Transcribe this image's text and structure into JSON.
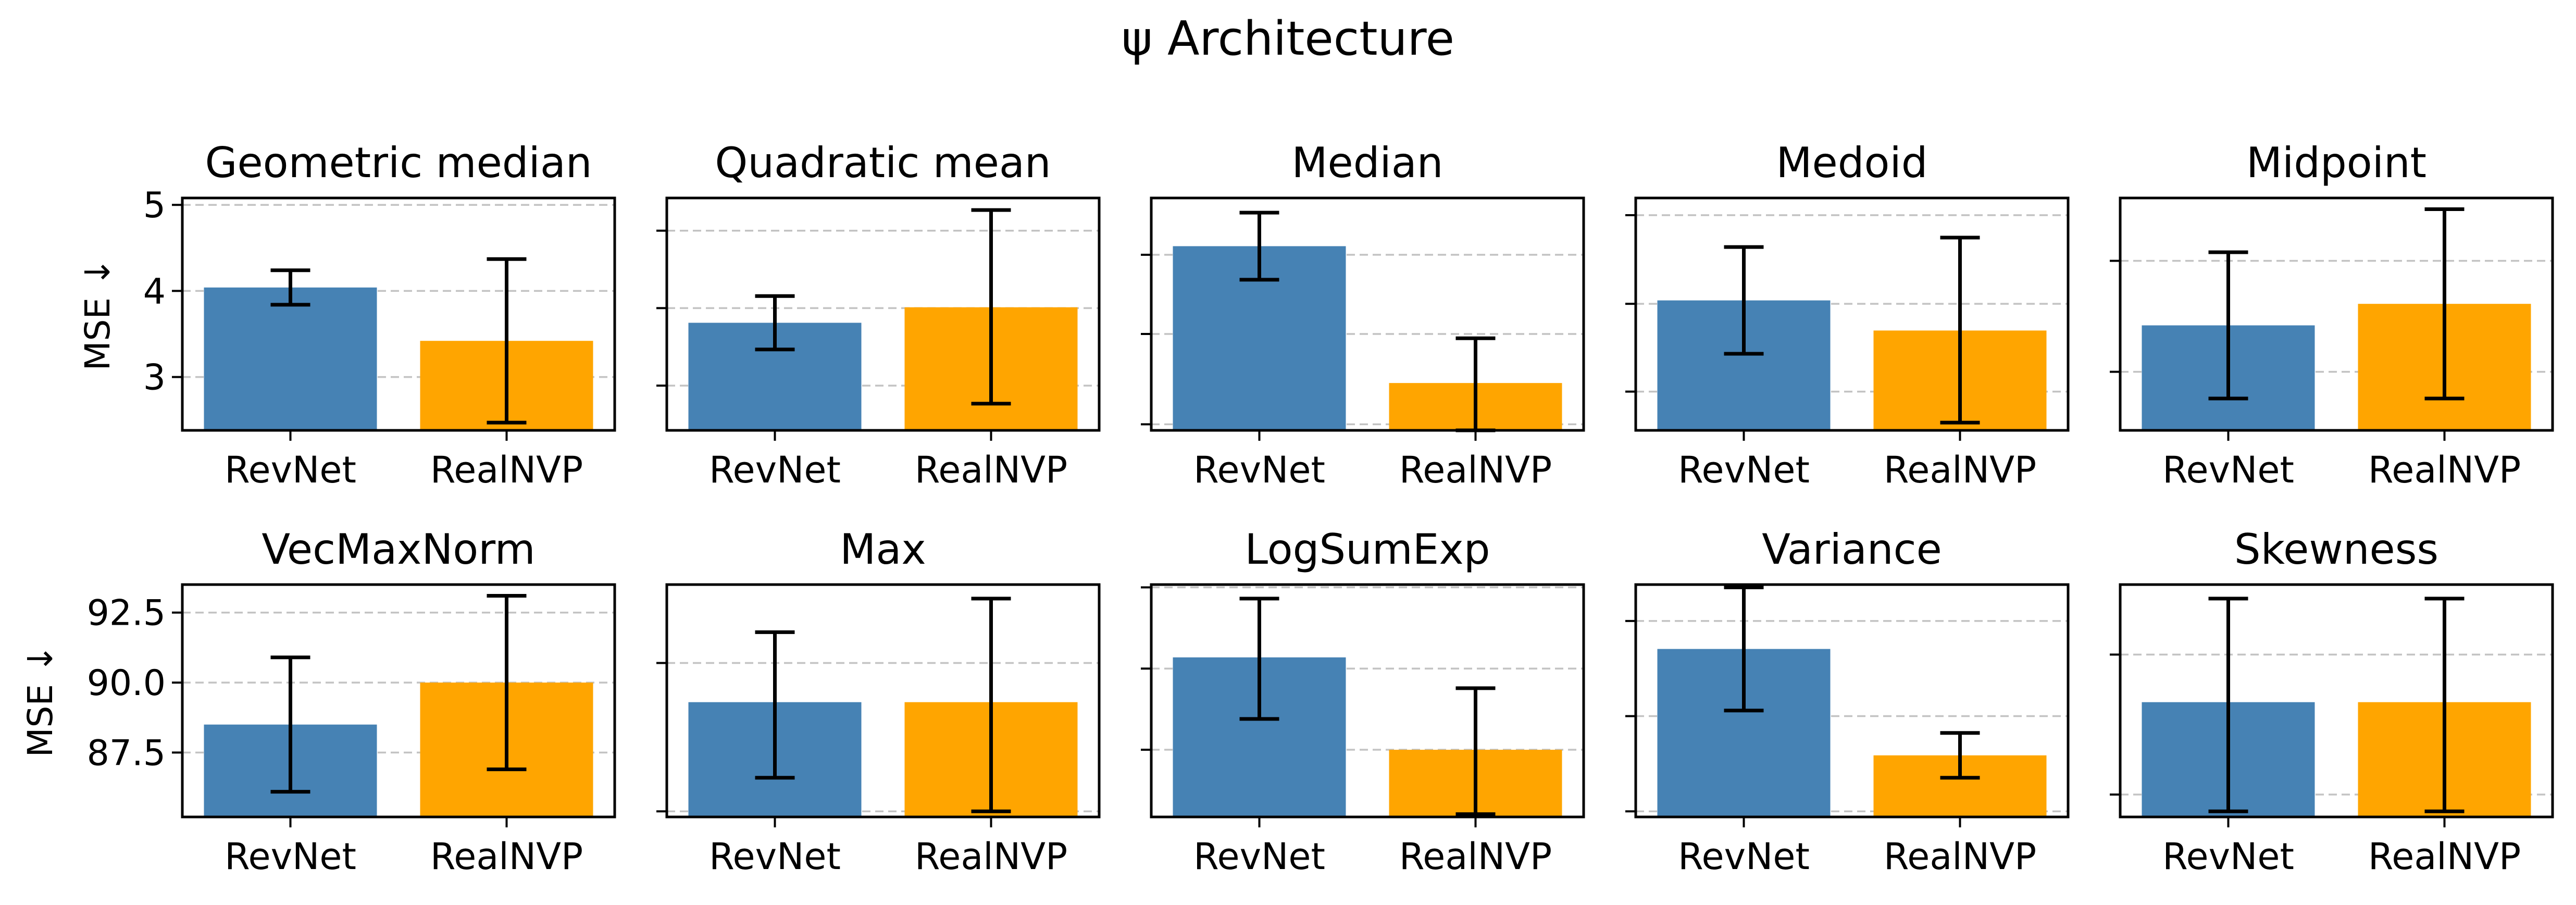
{
  "figure": {
    "title": "ψ Architecture"
  },
  "colors": {
    "revnet": "#4682B4",
    "realnvp": "#FFA500",
    "errorbar": "#000000",
    "grid": "#b0b0b0"
  },
  "chart_data": [
    {
      "type": "bar",
      "title": "Geometric median",
      "categories": [
        "RevNet",
        "RealNVP"
      ],
      "values": [
        4.04,
        3.42
      ],
      "errors": [
        [
          3.84,
          4.24
        ],
        [
          2.47,
          4.37
        ]
      ],
      "ylabel": "MSE ↓",
      "ylim": [
        2.38,
        5.08
      ],
      "yticks": [
        3,
        4,
        5
      ],
      "yticklabels": [
        "3",
        "4",
        "5"
      ],
      "grid": "y-dashed",
      "colors": [
        "#4682B4",
        "#FFA500"
      ]
    },
    {
      "type": "bar",
      "title": "Quadratic mean",
      "categories": [
        "RevNet",
        "RealNVP"
      ],
      "values": [
        3.63,
        3.81
      ],
      "errors": [
        [
          3.32,
          3.94
        ],
        [
          2.69,
          4.94
        ]
      ],
      "ylabel": "",
      "ylim": [
        2.38,
        5.08
      ],
      "yticks": [
        2.9,
        3.8,
        4.7
      ],
      "yticklabels": [
        "",
        "",
        ""
      ],
      "grid": "y-dashed",
      "colors": [
        "#4682B4",
        "#FFA500"
      ]
    },
    {
      "type": "bar",
      "title": "Median",
      "categories": [
        "RevNet",
        "RealNVP"
      ],
      "values": [
        4.52,
        2.93
      ],
      "errors": [
        [
          4.13,
          4.91
        ],
        [
          2.38,
          3.45
        ]
      ],
      "ylabel": "",
      "ylim": [
        2.38,
        5.08
      ],
      "yticks": [
        2.45,
        3.5,
        4.42
      ],
      "yticklabels": [
        "",
        "",
        ""
      ],
      "grid": "y-dashed",
      "colors": [
        "#4682B4",
        "#FFA500"
      ]
    },
    {
      "type": "bar",
      "title": "Medoid",
      "categories": [
        "RevNet",
        "RealNVP"
      ],
      "values": [
        3.89,
        3.54
      ],
      "errors": [
        [
          3.27,
          4.51
        ],
        [
          2.47,
          4.62
        ]
      ],
      "ylabel": "",
      "ylim": [
        2.38,
        5.08
      ],
      "yticks": [
        2.83,
        3.85,
        4.88
      ],
      "yticklabels": [
        "",
        "",
        ""
      ],
      "grid": "y-dashed",
      "colors": [
        "#4682B4",
        "#FFA500"
      ]
    },
    {
      "type": "bar",
      "title": "Midpoint",
      "categories": [
        "RevNet",
        "RealNVP"
      ],
      "values": [
        3.6,
        3.85
      ],
      "errors": [
        [
          2.75,
          4.45
        ],
        [
          2.75,
          4.95
        ]
      ],
      "ylabel": "",
      "ylim": [
        2.38,
        5.08
      ],
      "yticks": [
        3.06,
        4.35
      ],
      "yticklabels": [
        "",
        ""
      ],
      "grid": "y-dashed",
      "colors": [
        "#4682B4",
        "#FFA500"
      ]
    },
    {
      "type": "bar",
      "title": "VecMaxNorm",
      "categories": [
        "RevNet",
        "RealNVP"
      ],
      "values": [
        88.5,
        90.0
      ],
      "errors": [
        [
          86.1,
          90.9
        ],
        [
          86.9,
          93.1
        ]
      ],
      "ylabel": "MSE ↓",
      "ylim": [
        85.2,
        93.5
      ],
      "yticks": [
        87.5,
        90.0,
        92.5
      ],
      "yticklabels": [
        "87.5",
        "90.0",
        "92.5"
      ],
      "grid": "y-dashed",
      "colors": [
        "#4682B4",
        "#FFA500"
      ]
    },
    {
      "type": "bar",
      "title": "Max",
      "categories": [
        "RevNet",
        "RealNVP"
      ],
      "values": [
        89.3,
        89.3
      ],
      "errors": [
        [
          86.6,
          91.8
        ],
        [
          85.4,
          93.0
        ]
      ],
      "ylabel": "",
      "ylim": [
        85.2,
        93.5
      ],
      "yticks": [
        85.4,
        90.7
      ],
      "yticklabels": [
        "",
        ""
      ],
      "grid": "y-dashed",
      "colors": [
        "#4682B4",
        "#FFA500"
      ]
    },
    {
      "type": "bar",
      "title": "LogSumExp",
      "categories": [
        "RevNet",
        "RealNVP"
      ],
      "values": [
        90.9,
        87.6
      ],
      "errors": [
        [
          88.7,
          93.0
        ],
        [
          85.3,
          89.8
        ]
      ],
      "ylabel": "",
      "ylim": [
        85.2,
        93.5
      ],
      "yticks": [
        87.6,
        90.5,
        93.4
      ],
      "yticklabels": [
        "",
        "",
        ""
      ],
      "grid": "y-dashed",
      "colors": [
        "#4682B4",
        "#FFA500"
      ]
    },
    {
      "type": "bar",
      "title": "Variance",
      "categories": [
        "RevNet",
        "RealNVP"
      ],
      "values": [
        91.2,
        87.4
      ],
      "errors": [
        [
          89.0,
          93.4
        ],
        [
          86.6,
          88.2
        ]
      ],
      "ylabel": "",
      "ylim": [
        85.2,
        93.5
      ],
      "yticks": [
        85.4,
        88.8,
        92.2
      ],
      "yticklabels": [
        "",
        "",
        ""
      ],
      "grid": "y-dashed",
      "colors": [
        "#4682B4",
        "#FFA500"
      ]
    },
    {
      "type": "bar",
      "title": "Skewness",
      "categories": [
        "RevNet",
        "RealNVP"
      ],
      "values": [
        89.3,
        89.3
      ],
      "errors": [
        [
          85.4,
          93.0
        ],
        [
          85.4,
          93.0
        ]
      ],
      "ylabel": "",
      "ylim": [
        85.2,
        93.5
      ],
      "yticks": [
        86.0,
        91.0
      ],
      "yticklabels": [
        "",
        ""
      ],
      "grid": "y-dashed",
      "colors": [
        "#4682B4",
        "#FFA500"
      ]
    }
  ]
}
